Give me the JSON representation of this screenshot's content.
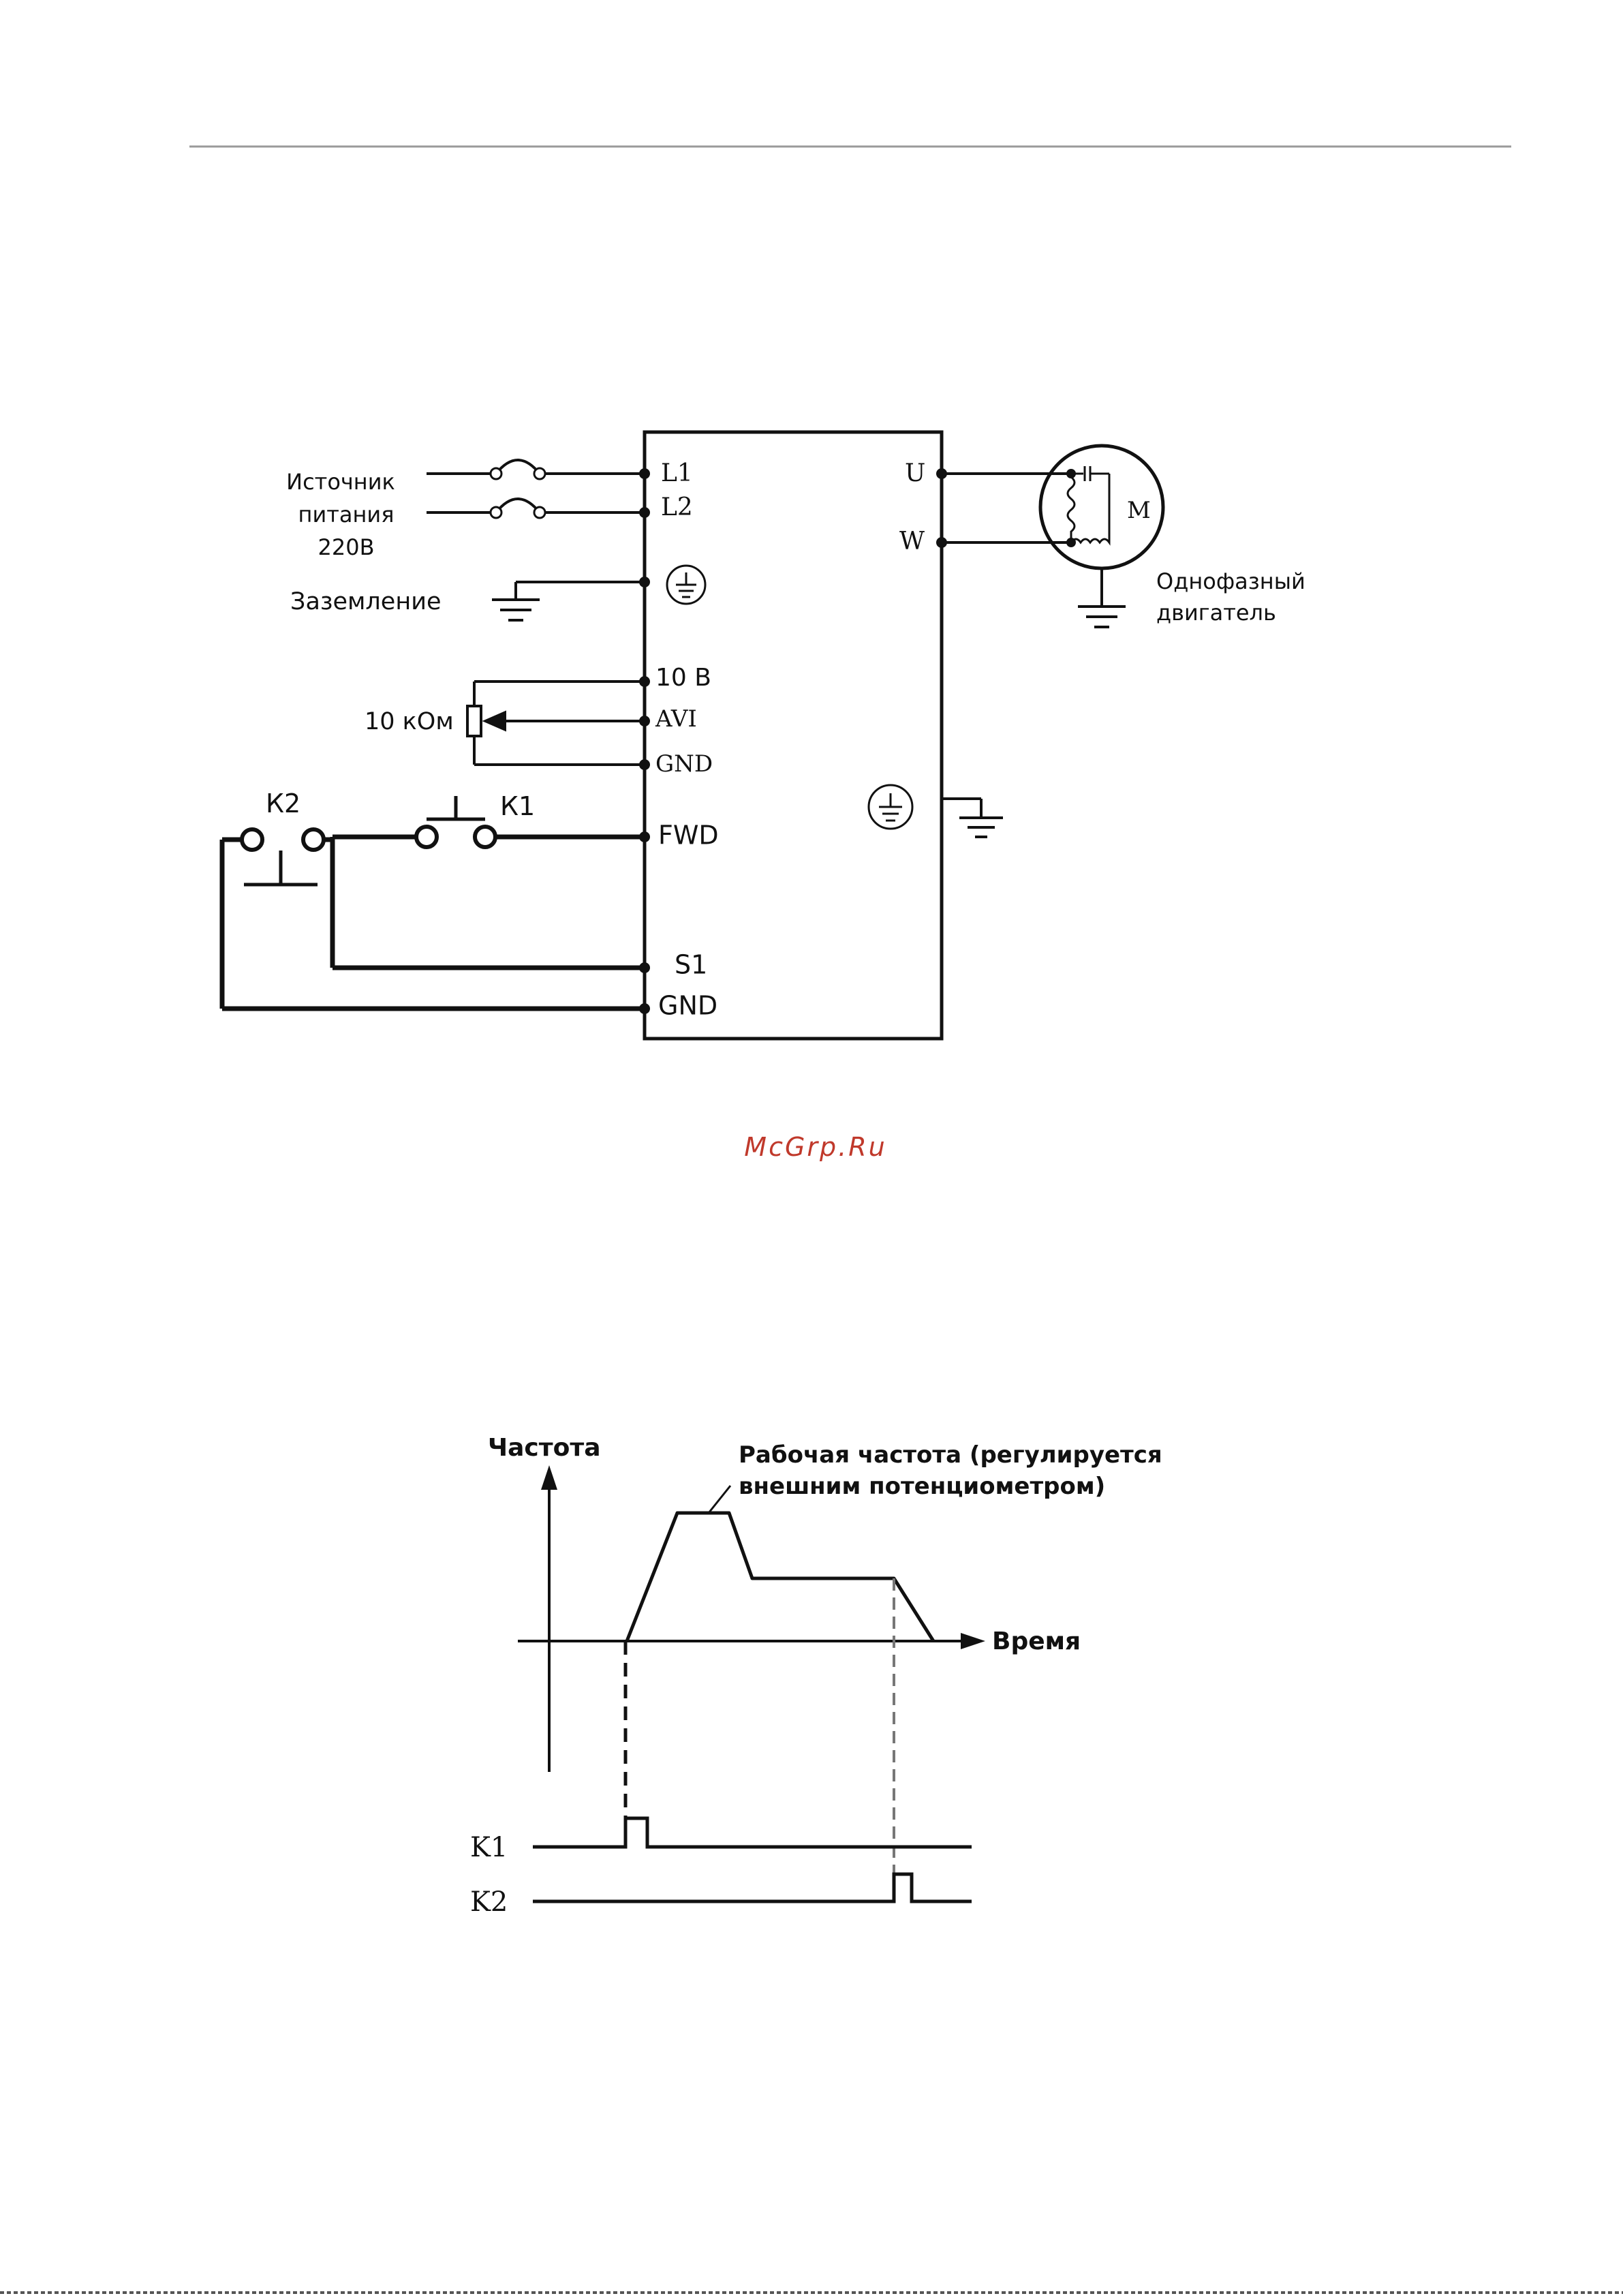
{
  "watermark": {
    "text": "McGrp.Ru",
    "color": "#c0392b"
  },
  "wiring_diagram": {
    "labels": {
      "power_source": [
        "Источник",
        "питания",
        "220В"
      ],
      "ground": "Заземление",
      "motor_type": [
        "Однофазный",
        "двигатель"
      ],
      "potentiometer": "10 кОм",
      "switch_k1": "К1",
      "switch_k2": "К2",
      "motor": "M"
    },
    "terminals": {
      "L1": "L1",
      "L2": "L2",
      "V10": "10 B",
      "AVI": "AVI",
      "GND1": "GND",
      "FWD": "FWD",
      "S1": "S1",
      "GND2": "GND",
      "U": "U",
      "W": "W"
    }
  },
  "timing_diagram": {
    "y_label": "Частота",
    "x_label": "Время",
    "annotation": [
      "Рабочая частота (регулируется",
      "внешним  потенциометром)"
    ],
    "signal_k1": "K1",
    "signal_k2": "K2"
  }
}
